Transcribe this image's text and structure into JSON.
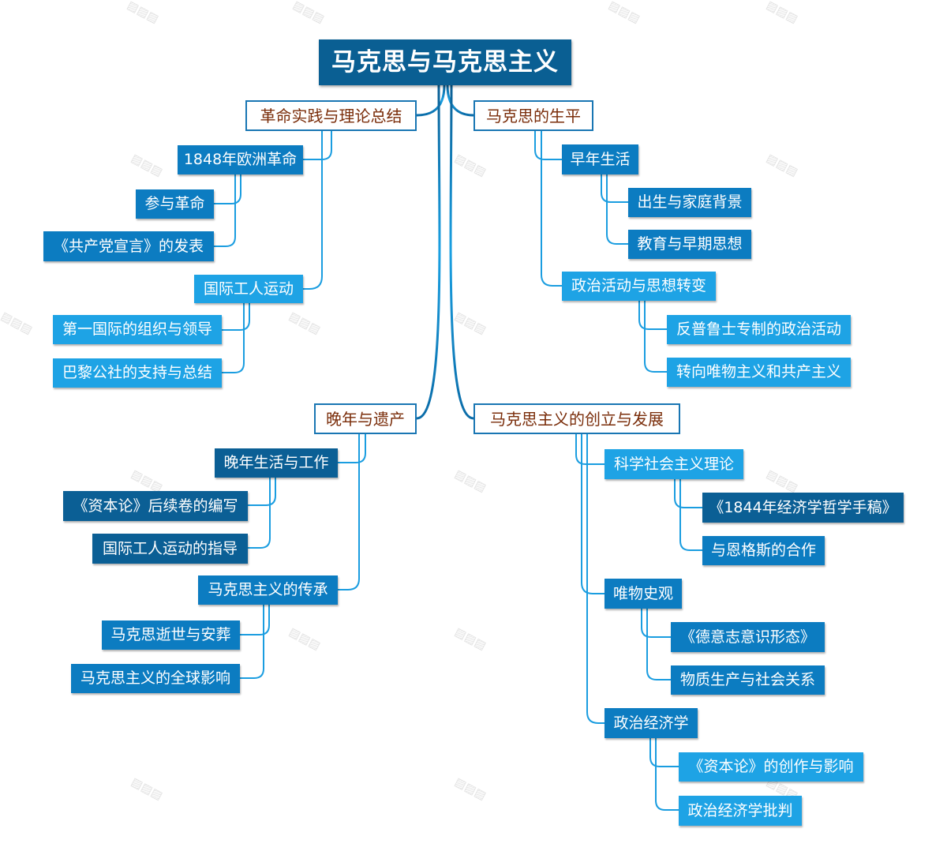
{
  "root": "马克思与马克思主义",
  "branches": {
    "revolution": {
      "label": "革命实践与理论总结",
      "r1848": {
        "label": "1848年欧洲革命",
        "children": [
          "参与革命",
          "《共产党宣言》的发表"
        ]
      },
      "labor": {
        "label": "国际工人运动",
        "children": [
          "第一国际的组织与领导",
          "巴黎公社的支持与总结"
        ]
      }
    },
    "life": {
      "label": "马克思的生平",
      "early": {
        "label": "早年生活",
        "children": [
          "出生与家庭背景",
          "教育与早期思想"
        ]
      },
      "political": {
        "label": "政治活动与思想转变",
        "children": [
          "反普鲁士专制的政治活动",
          "转向唯物主义和共产主义"
        ]
      }
    },
    "later": {
      "label": "晚年与遗产",
      "work": {
        "label": "晚年生活与工作",
        "children": [
          "《资本论》后续卷的编写",
          "国际工人运动的指导"
        ]
      },
      "legacy": {
        "label": "马克思主义的传承",
        "children": [
          "马克思逝世与安葬",
          "马克思主义的全球影响"
        ]
      }
    },
    "founding": {
      "label": "马克思主义的创立与发展",
      "socialism": {
        "label": "科学社会主义理论",
        "children": [
          "《1844年经济学哲学手稿》",
          "与恩格斯的合作"
        ]
      },
      "materialism": {
        "label": "唯物史观",
        "children": [
          "《德意志意识形态》",
          "物质生产与社会关系"
        ]
      },
      "economy": {
        "label": "政治经济学",
        "children": [
          "《资本论》的创作与影响",
          "政治经济学批判"
        ]
      }
    }
  },
  "colors": {
    "root": "#0a5f93",
    "branch_border": "#1976b3",
    "branch_text": "#7a2d0a",
    "node_dark": "#0b5f95",
    "node_mid": "#0c7cc1",
    "node_light": "#1ea3e5",
    "line": "#1a9de0"
  }
}
